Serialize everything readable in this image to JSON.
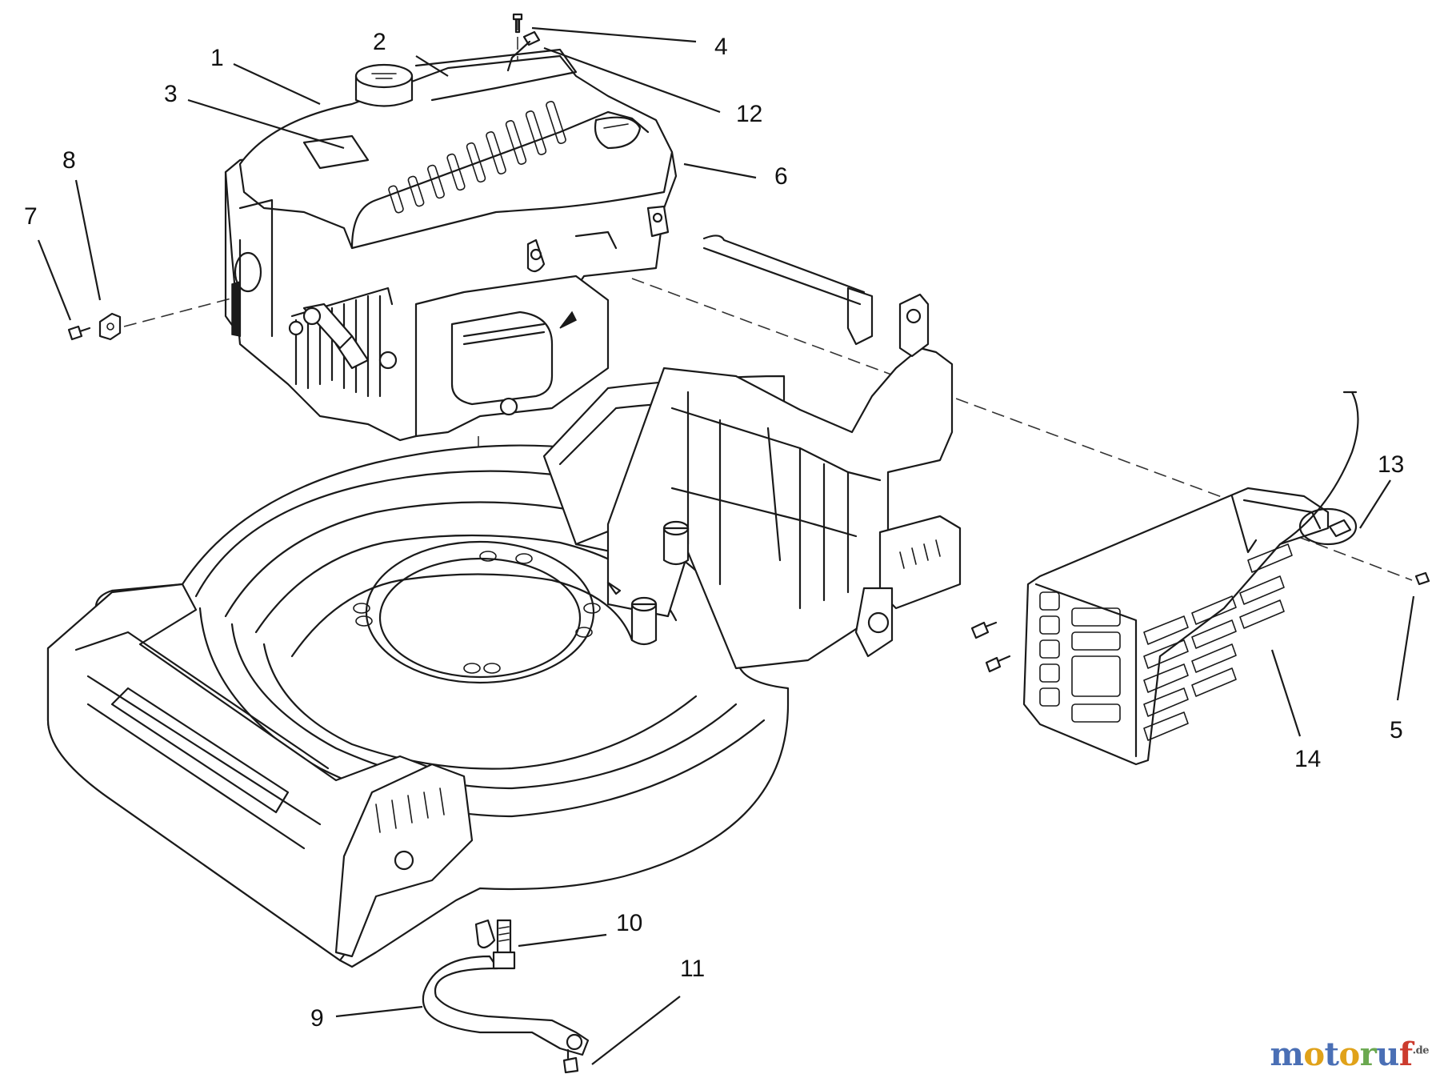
{
  "diagram": {
    "callouts": [
      {
        "id": "c1",
        "label": "1"
      },
      {
        "id": "c2",
        "label": "2"
      },
      {
        "id": "c3",
        "label": "3"
      },
      {
        "id": "c4",
        "label": "4"
      },
      {
        "id": "c5",
        "label": "5"
      },
      {
        "id": "c6",
        "label": "6"
      },
      {
        "id": "c7",
        "label": "7"
      },
      {
        "id": "c8",
        "label": "8"
      },
      {
        "id": "c9",
        "label": "9"
      },
      {
        "id": "c10",
        "label": "10"
      },
      {
        "id": "c11",
        "label": "11"
      },
      {
        "id": "c12",
        "label": "12"
      },
      {
        "id": "c13",
        "label": "13"
      },
      {
        "id": "c14",
        "label": "14"
      }
    ],
    "line_color": "#1a1a1a",
    "background": "#ffffff"
  },
  "watermark": {
    "letters": [
      {
        "ch": "m",
        "color": "#4a6fb5"
      },
      {
        "ch": "o",
        "color": "#e0a21a"
      },
      {
        "ch": "t",
        "color": "#4a6fb5"
      },
      {
        "ch": "o",
        "color": "#e0a21a"
      },
      {
        "ch": "r",
        "color": "#6aa84f"
      },
      {
        "ch": "u",
        "color": "#4a6fb5"
      },
      {
        "ch": "f",
        "color": "#cc3b2e"
      }
    ],
    "suffix": ".de"
  }
}
